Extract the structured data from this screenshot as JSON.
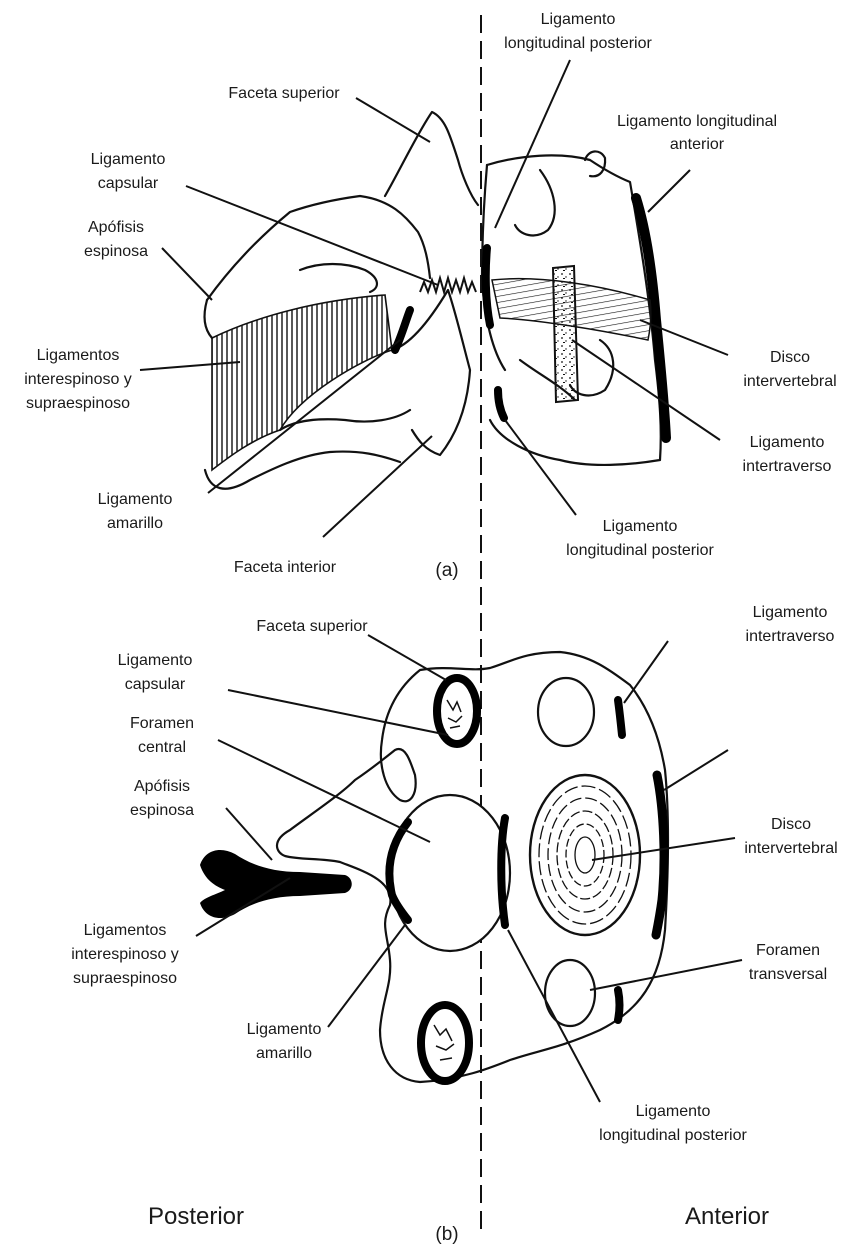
{
  "figure_a": {
    "panel_label": "(a)",
    "labels": {
      "lig_long_post_top_1": "Ligamento",
      "lig_long_post_top_2": "longitudinal posterior",
      "faceta_superior": "Faceta superior",
      "lig_long_ant_1": "Ligamento longitudinal",
      "lig_long_ant_2": "anterior",
      "lig_capsular_1": "Ligamento",
      "lig_capsular_2": "capsular",
      "apofisis_1": "Apófisis",
      "apofisis_2": "espinosa",
      "interesp_1": "Ligamentos",
      "interesp_2": "interespinoso y",
      "interesp_3": "supraespinoso",
      "disco_1": "Disco",
      "disco_2": "intervertebral",
      "intertrav_1": "Ligamento",
      "intertrav_2": "intertraverso",
      "amarillo_1": "Ligamento",
      "amarillo_2": "amarillo",
      "lig_long_post_bot_1": "Ligamento",
      "lig_long_post_bot_2": "longitudinal posterior",
      "faceta_interior": "Faceta interior"
    }
  },
  "figure_b": {
    "panel_label": "(b)",
    "labels": {
      "faceta_superior": "Faceta superior",
      "intertrav_1": "Ligamento",
      "intertrav_2": "intertraverso",
      "capsular_1": "Ligamento",
      "capsular_2": "capsular",
      "foramen_central_1": "Foramen",
      "foramen_central_2": "central",
      "apofisis_1": "Apófisis",
      "apofisis_2": "espinosa",
      "disco_1": "Disco",
      "disco_2": "intervertebral",
      "interesp_1": "Ligamentos",
      "interesp_2": "interespinoso y",
      "interesp_3": "supraespinoso",
      "foramen_trans_1": "Foramen",
      "foramen_trans_2": "transversal",
      "amarillo_1": "Ligamento",
      "amarillo_2": "amarillo",
      "lig_long_post_1": "Ligamento",
      "lig_long_post_2": "longitudinal posterior"
    }
  },
  "orientation": {
    "posterior": "Posterior",
    "anterior": "Anterior"
  }
}
